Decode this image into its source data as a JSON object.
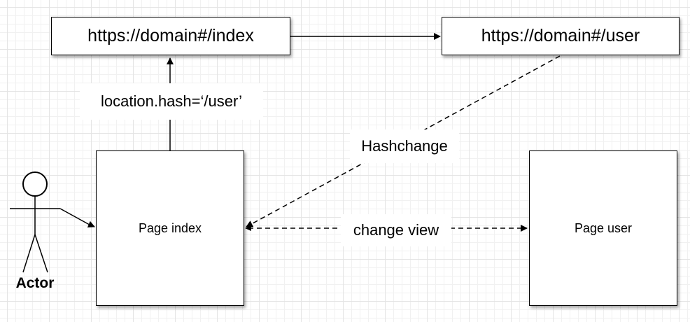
{
  "nodes": {
    "url_index": "https://domain#/index",
    "url_user": "https://domain#/user",
    "page_index": "Page index",
    "page_user": "Page user"
  },
  "edges": {
    "set_hash": "location.hash=‘/user’",
    "hashchange": "Hashchange",
    "change_view": "change view"
  },
  "actor": {
    "label": "Actor"
  }
}
